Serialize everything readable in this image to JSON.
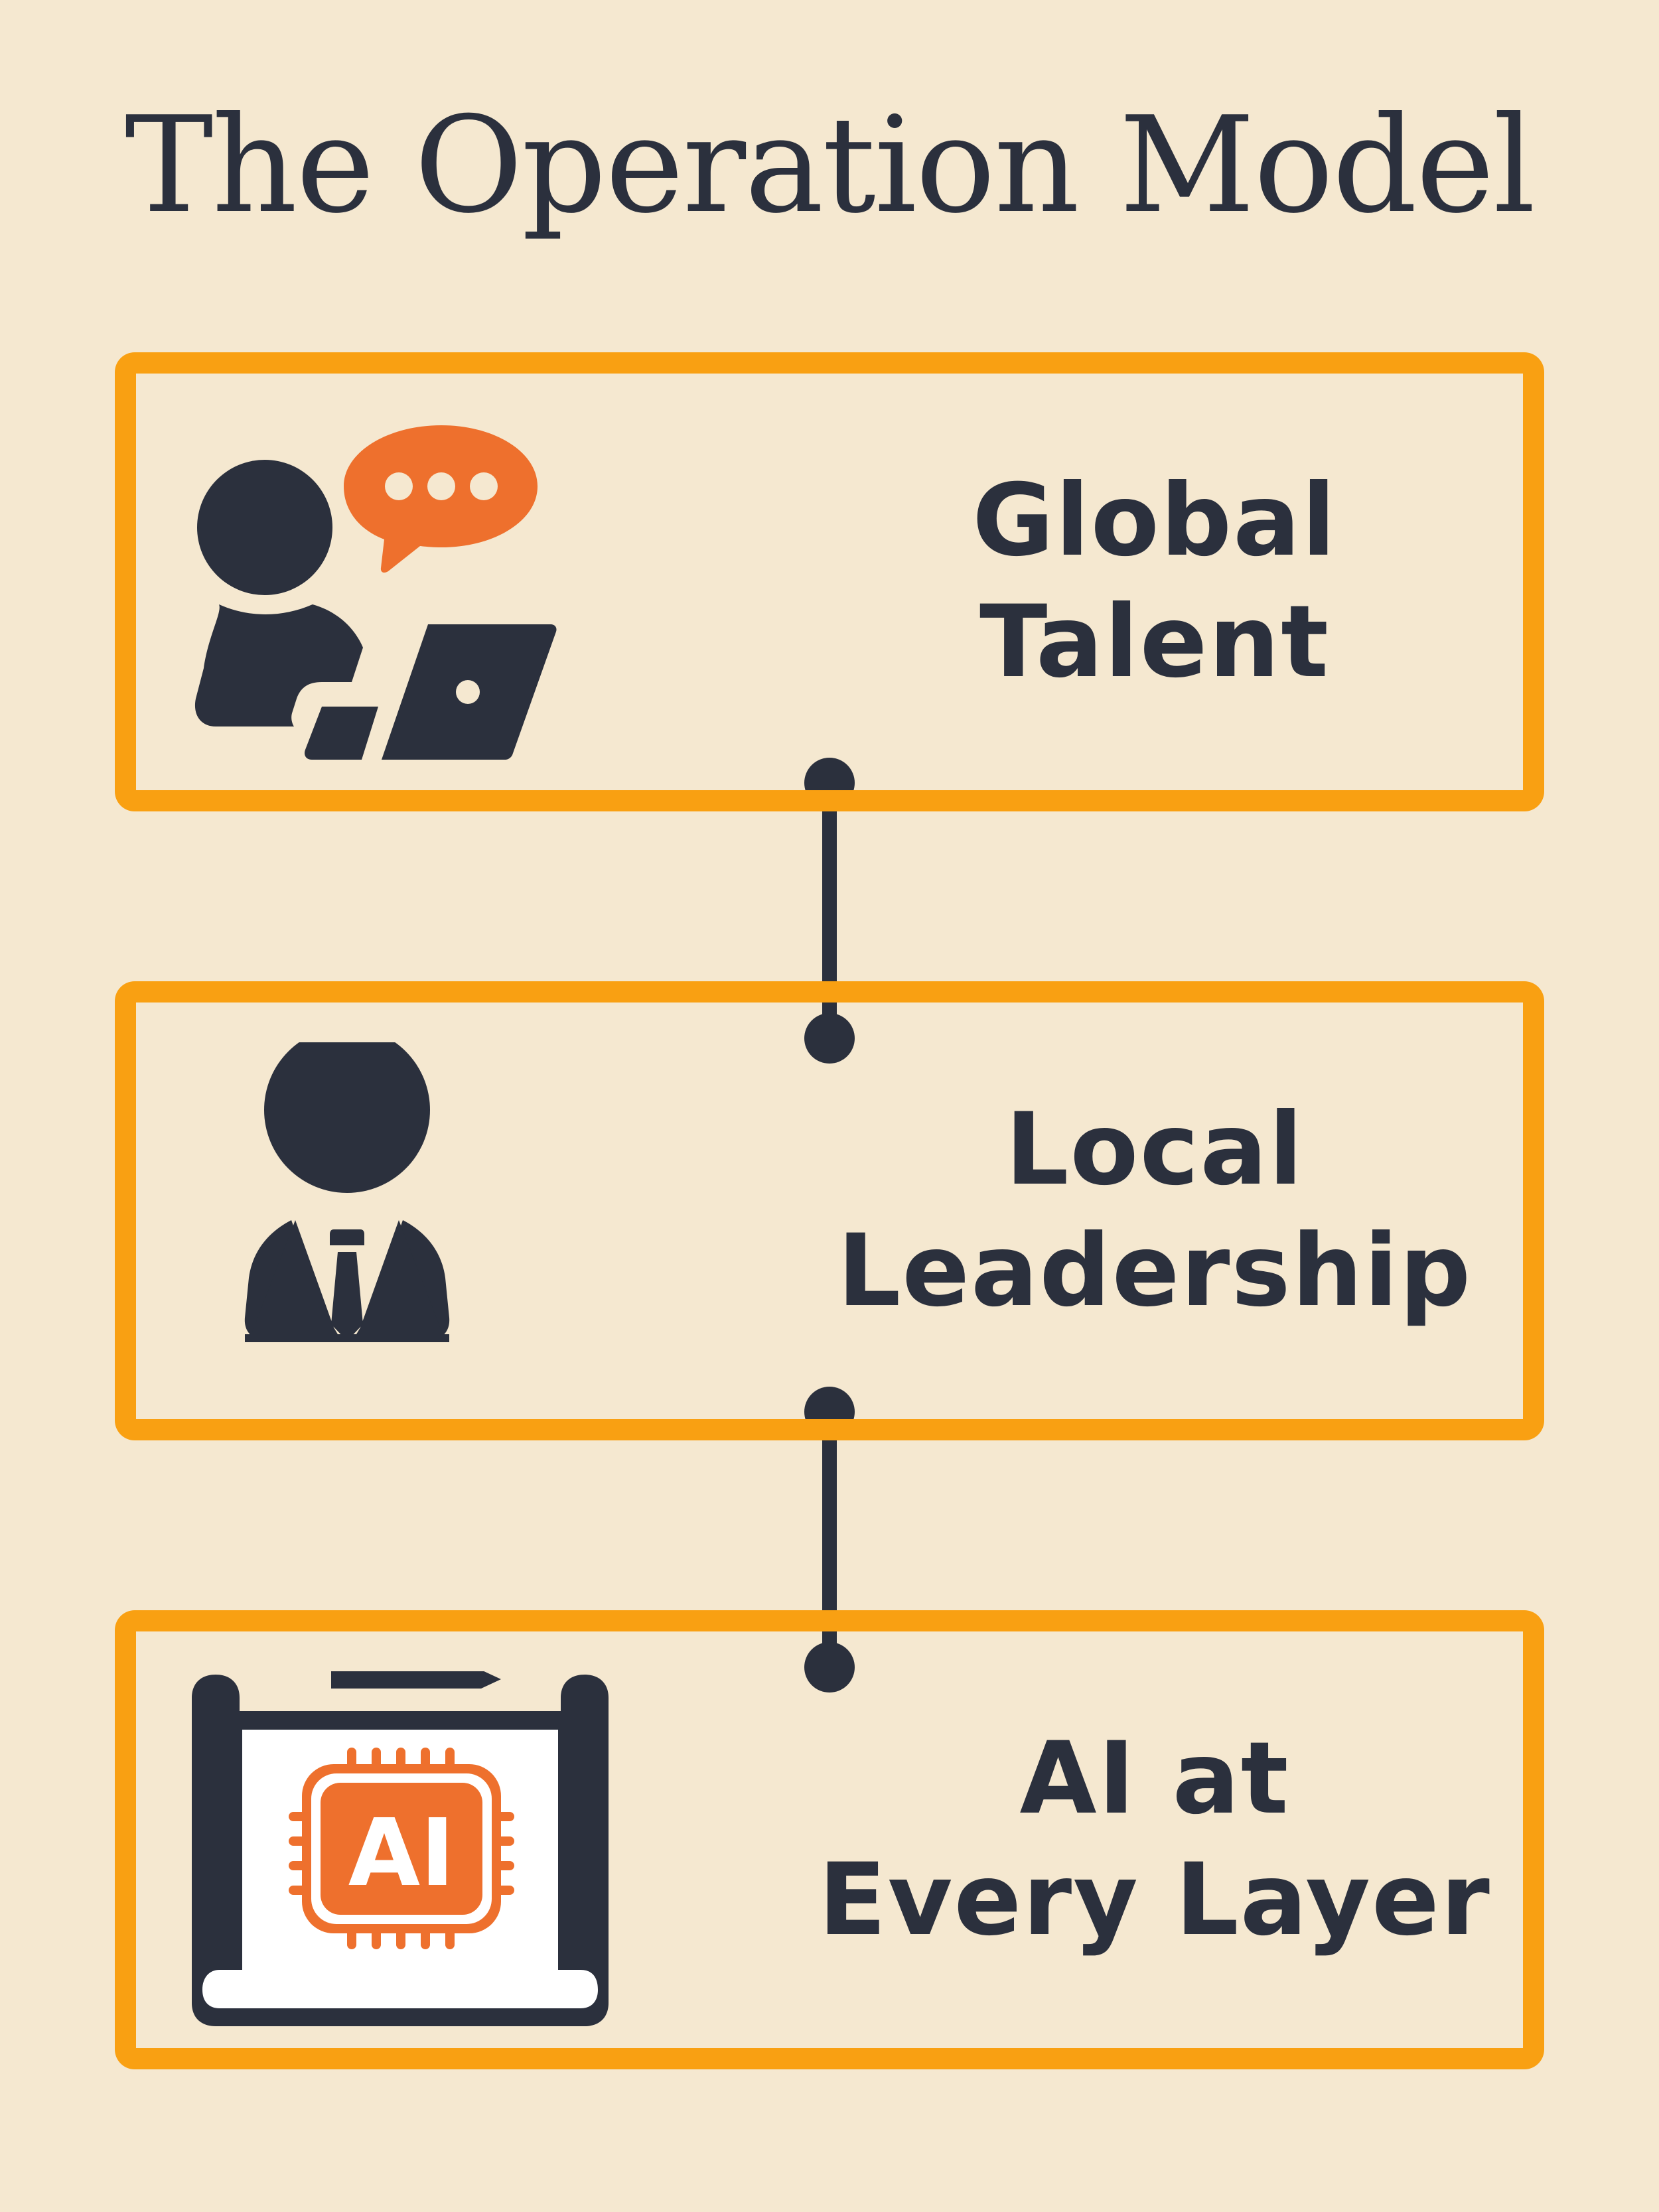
{
  "title": "The Operation Model",
  "colors": {
    "background": "#f5e8d0",
    "border": "#f9a012",
    "dark": "#2b303d",
    "accent": "#ee702d"
  },
  "steps": [
    {
      "icon": "person-laptop-chat-icon",
      "line1": "Global",
      "line2": "Talent"
    },
    {
      "icon": "business-person-icon",
      "line1": "Local",
      "line2": "Leadership"
    },
    {
      "icon": "ai-chip-blueprint-icon",
      "line1": "AI at",
      "line2": "Every Layer",
      "chip_text": "AI"
    }
  ]
}
